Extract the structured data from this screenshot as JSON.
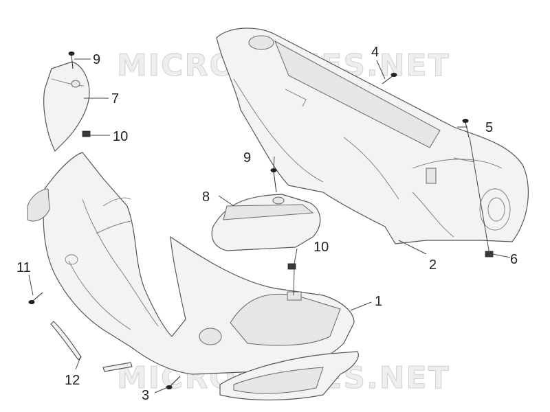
{
  "watermark": {
    "top": "MICROFICHES.NET",
    "bottom": "MICROFICHES.NET"
  },
  "callouts": [
    {
      "part": "1",
      "label": "1"
    },
    {
      "part": "2",
      "label": "2"
    },
    {
      "part": "3",
      "label": "3"
    },
    {
      "part": "4",
      "label": "4"
    },
    {
      "part": "5",
      "label": "5"
    },
    {
      "part": "6",
      "label": "6"
    },
    {
      "part": "7",
      "label": "7"
    },
    {
      "part": "8",
      "label": "8"
    },
    {
      "part": "9a",
      "label": "9"
    },
    {
      "part": "9b",
      "label": "9"
    },
    {
      "part": "10a",
      "label": "10"
    },
    {
      "part": "10b",
      "label": "10"
    },
    {
      "part": "11",
      "label": "11"
    },
    {
      "part": "12",
      "label": "12"
    }
  ]
}
